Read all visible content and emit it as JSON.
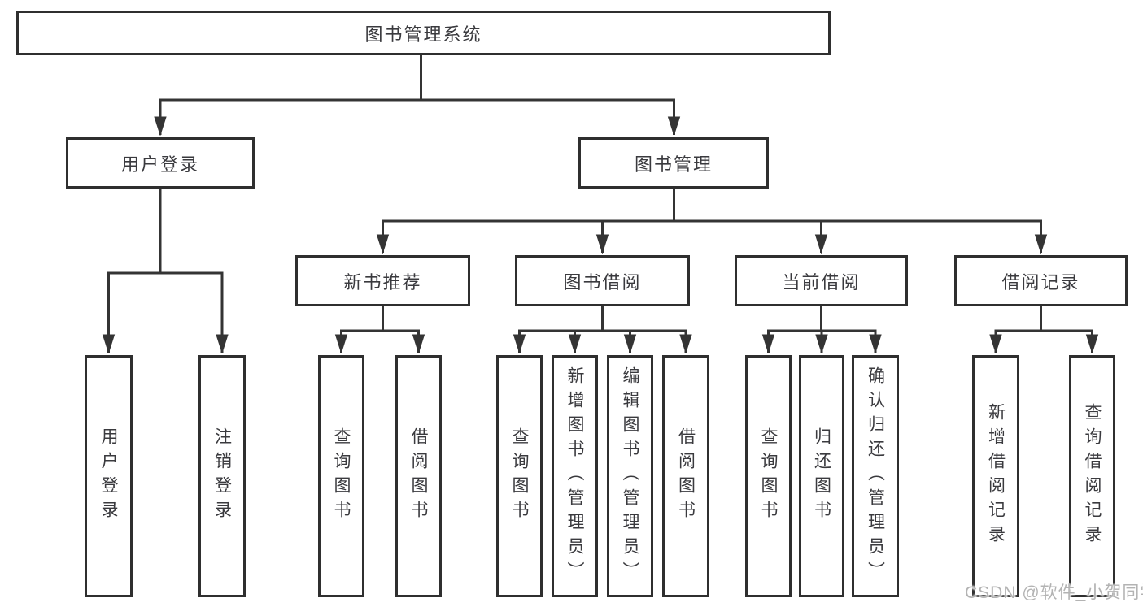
{
  "diagram": {
    "root": {
      "label": "图书管理系统"
    },
    "children": [
      {
        "label": "用户登录",
        "children": [
          {
            "label": "用户登录"
          },
          {
            "label": "注销登录"
          }
        ]
      },
      {
        "label": "图书管理",
        "children": [
          {
            "label": "新书推荐",
            "children": [
              {
                "label": "查询图书"
              },
              {
                "label": "借阅图书"
              }
            ]
          },
          {
            "label": "图书借阅",
            "children": [
              {
                "label": "查询图书"
              },
              {
                "label": "新增图书（管理员）"
              },
              {
                "label": "编辑图书（管理员）"
              },
              {
                "label": "借阅图书"
              }
            ]
          },
          {
            "label": "当前借阅",
            "children": [
              {
                "label": "查询图书"
              },
              {
                "label": "归还图书"
              },
              {
                "label": "确认归还（管理员）"
              }
            ]
          },
          {
            "label": "借阅记录",
            "children": [
              {
                "label": "新增借阅记录"
              },
              {
                "label": "查询借阅记录"
              }
            ]
          }
        ]
      }
    ]
  },
  "watermark": {
    "text": "CSDN @软件_小贺同学"
  },
  "colors": {
    "background": "#ffffff",
    "box_border": "#2f2f2f",
    "connector_line": "#343434",
    "text": "#3a3a3e",
    "watermark_text": "#b3b3b3"
  }
}
